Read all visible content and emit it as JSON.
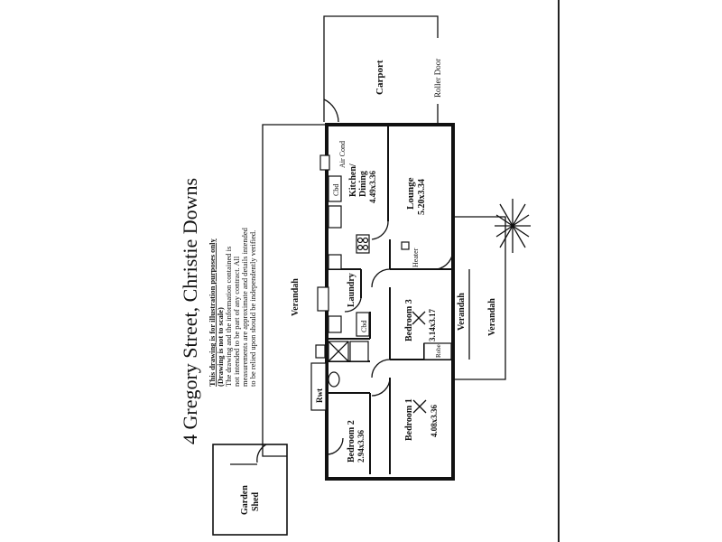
{
  "title": "4 Gregory Street,  Christie Downs",
  "disclaimer": {
    "line1": "This drawing is for illustration purposes only",
    "line2": "(Drawing is not to scale)",
    "line3": "The drawing and the information contained is",
    "line4": "not intended to be part of any contract.  All",
    "line5": "measurements are approximate and details intended",
    "line6": "to be relied upon should be independently verified."
  },
  "rooms": {
    "carport": "Carport",
    "roller_door": "Roller Door",
    "kitchen_name": "Kitchen/",
    "kitchen_name2": "Dining",
    "kitchen_size": "4.49x3.36",
    "air_cond": "Air Cond",
    "cbd1": "Cbd",
    "lounge_name": "Lounge",
    "lounge_size": "5.20x3.34",
    "heater": "Heater",
    "laundry": "Laundry",
    "cbd2": "Cbd",
    "bed3_name": "Bedroom 3",
    "bed3_size": "3.14x3.17",
    "robe": "Robe",
    "verandah_main": "Verandah",
    "verandah_inner": "Verandah",
    "verandah_outer": "Verandah",
    "rwt": "Rwt",
    "bed1_name": "Bedroom 1",
    "bed1_size": "4.08x3.36",
    "bed2_name": "Bedroom 2",
    "bed2_size": "2.94x3.36",
    "shed_name": "Garden",
    "shed_name2": "Shed"
  }
}
